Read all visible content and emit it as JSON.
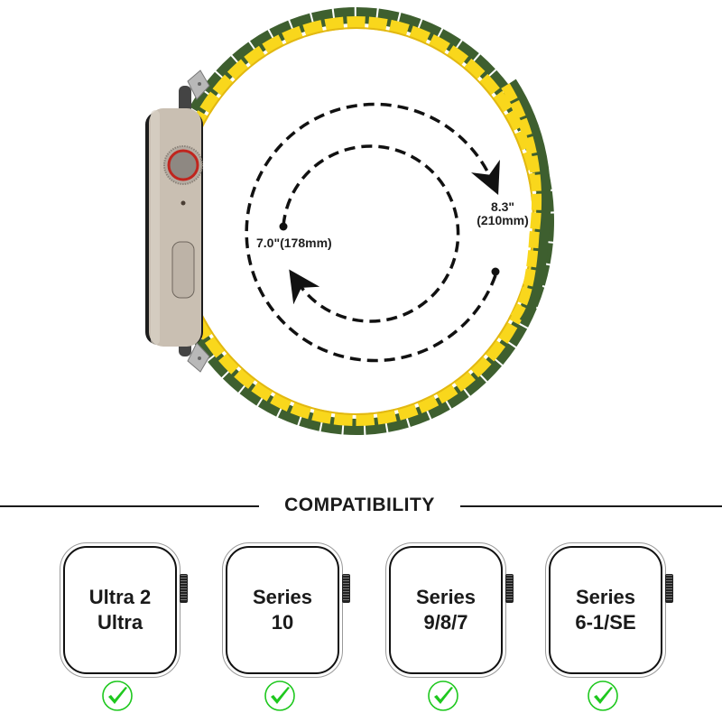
{
  "hero": {
    "inner_circle_label": "7.0\"(178mm)",
    "outer_circle_label_line1": "8.3\"",
    "outer_circle_label_line2": "(210mm)",
    "band_colors": {
      "primary": "#f9d71c",
      "secondary": "#3e5f2f",
      "shadow": "#e2b812"
    },
    "watch_case_color": "#c9bfb2",
    "crown_ring_color": "#c0251e"
  },
  "compatibility": {
    "title": "COMPATIBILITY",
    "models": [
      {
        "line1": "Ultra 2",
        "line2": "Ultra",
        "check_icon": "green-check-icon"
      },
      {
        "line1": "Series",
        "line2": "10",
        "check_icon": "green-check-icon"
      },
      {
        "line1": "Series",
        "line2": "9/8/7",
        "check_icon": "green-check-icon"
      },
      {
        "line1": "Series",
        "line2": "6-1/SE",
        "check_icon": "green-check-icon"
      }
    ],
    "check_color": "#1ec81e"
  }
}
